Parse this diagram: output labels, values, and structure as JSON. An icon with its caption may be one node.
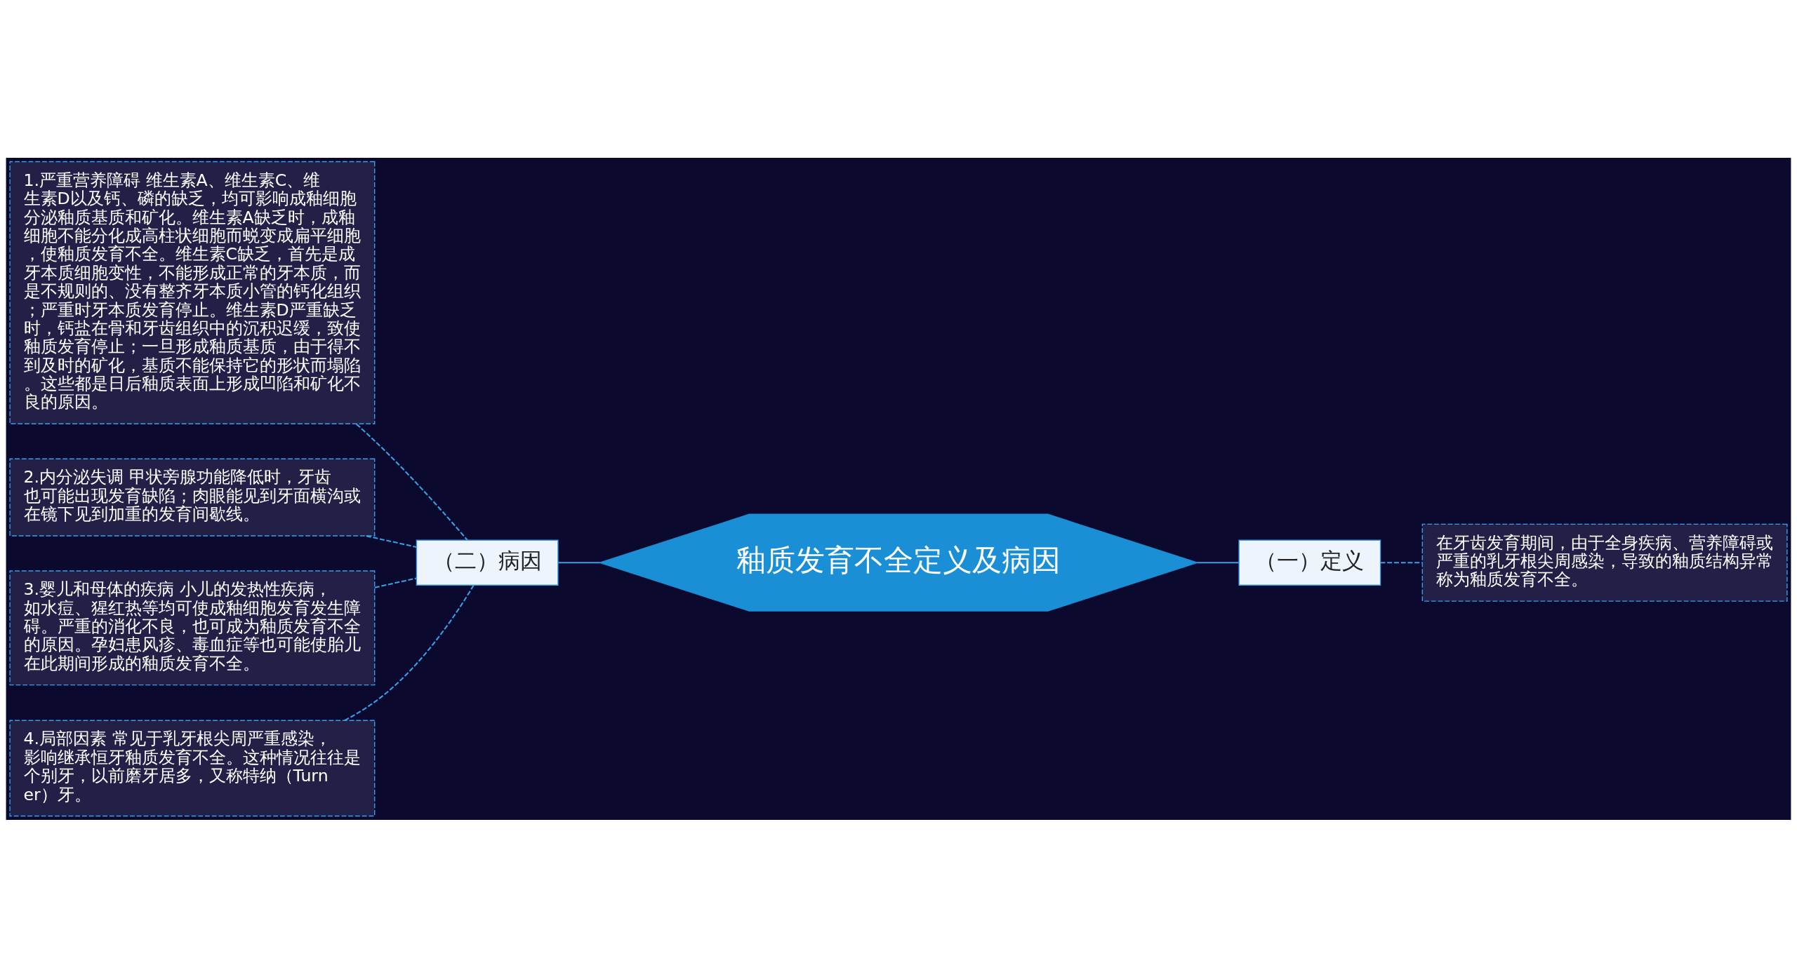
{
  "diagram": {
    "nodes": [
      {
        "text": [
          "釉质发育不全定义及病因"
        ]
      },
      {
        "text": [
          "（一）定义"
        ]
      },
      {
        "text": [
          "在牙齿发育期间，由于全身疾病、营养障碍或严重的乳牙根尖周感染，导致的釉质结构异常称为釉质发育不全。"
        ]
      },
      {
        "text": [
          "（二）病因"
        ]
      },
      {
        "text": [
          "1.严重营养障碍 维生素A、维生素C、维生素D以及钙、磷的缺乏，均可影响成釉细胞分泌釉质基质和矿化。维生素A缺乏时，成釉细胞不能分化成高柱状细胞而蜕变成扁平细胞，使釉质发育不全。维生素C缺乏，首先是成牙本质细胞变性，不能形成正常的牙本质，而是不规则的、没有整齐牙本质小管的钙化组织；严重时牙本质发育停止。维生素D严重缺乏时，钙盐在骨和牙齿组织中的沉积迟缓，致使釉质发育停止；一旦形成釉质基质，由于得不到及时的矿化，基质不能保持它的形状而塌陷。这些都是日后釉质表面上形成凹陷和矿化不良的原因。"
        ]
      },
      {
        "text": [
          "2.内分泌失调 甲状旁腺功能降低时，牙齿也可能出现发育缺陷；肉眼能见到牙面横沟或在镜下见到加重的发育间歇线。"
        ]
      },
      {
        "text": [
          "3.婴儿和母体的疾病 小儿的发热性疾病，如水痘、猩红热等均可使成釉细胞发育发生障碍。严重的消化不良，也可成为釉质发育不全的原因。孕妇患风疹、毒血症等也可能使胎儿在此期间形成的釉质发育不全。"
        ]
      },
      {
        "text": [
          "4.局部因素 常见于乳牙根尖周严重感染，影响继承恒牙釉质发育不全。这种情况往往是个别牙，以前磨牙居多，又称特纳（Turner）牙。"
        ]
      }
    ],
    "edges": [
      {
        "from": 0,
        "to": 1,
        "arrow": "none"
      },
      {
        "from": 1,
        "to": 2,
        "arrow": "none",
        "style": "dashed"
      },
      {
        "from": 3,
        "to": 0,
        "arrow": "none"
      },
      {
        "from": 4,
        "to": 3,
        "arrow": "none",
        "style": "dashed"
      },
      {
        "from": 5,
        "to": 3,
        "arrow": "none",
        "style": "dashed"
      },
      {
        "from": 6,
        "to": 3,
        "arrow": "none",
        "style": "dashed"
      },
      {
        "from": 7,
        "to": 3,
        "arrow": "none",
        "style": "dashed"
      }
    ]
  }
}
